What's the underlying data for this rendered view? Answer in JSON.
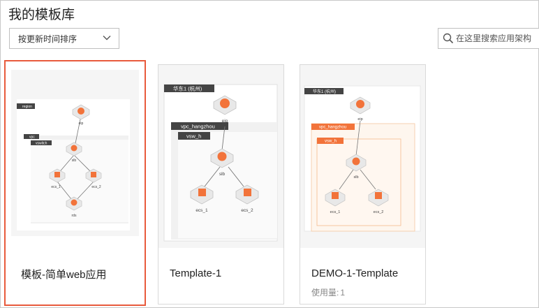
{
  "page": {
    "title": "我的模板库"
  },
  "sort": {
    "selected": "按更新时间排序"
  },
  "search": {
    "placeholder": "在这里搜索应用架构"
  },
  "colors": {
    "accent": "#e85a3c",
    "brand_orange": "#f2733a"
  },
  "templates": [
    {
      "title": "模板-简单web应用",
      "selected": true,
      "diagram": {
        "region": "region",
        "vpc": "vpc",
        "vswitch": "vswitch",
        "nodes": [
          "eip",
          "slb",
          "ecs_1",
          "ecs_2",
          "rds"
        ]
      }
    },
    {
      "title": "Template-1",
      "selected": false,
      "diagram": {
        "region": "华东1 (杭州)",
        "vpc": "vpc_hangzhou",
        "vswitch": "vsw_h",
        "nodes": [
          "eip",
          "slb",
          "ecs_1",
          "ecs_2"
        ]
      }
    },
    {
      "title": "DEMO-1-Template",
      "selected": false,
      "usage_label": "使用量:",
      "usage_count": "1",
      "diagram": {
        "region": "华东1 (杭州)",
        "vpc": "vpc_hangzhou",
        "vswitch": "vsw_h",
        "nodes": [
          "eip",
          "slb",
          "ecs_1",
          "ecs_2"
        ]
      }
    }
  ]
}
